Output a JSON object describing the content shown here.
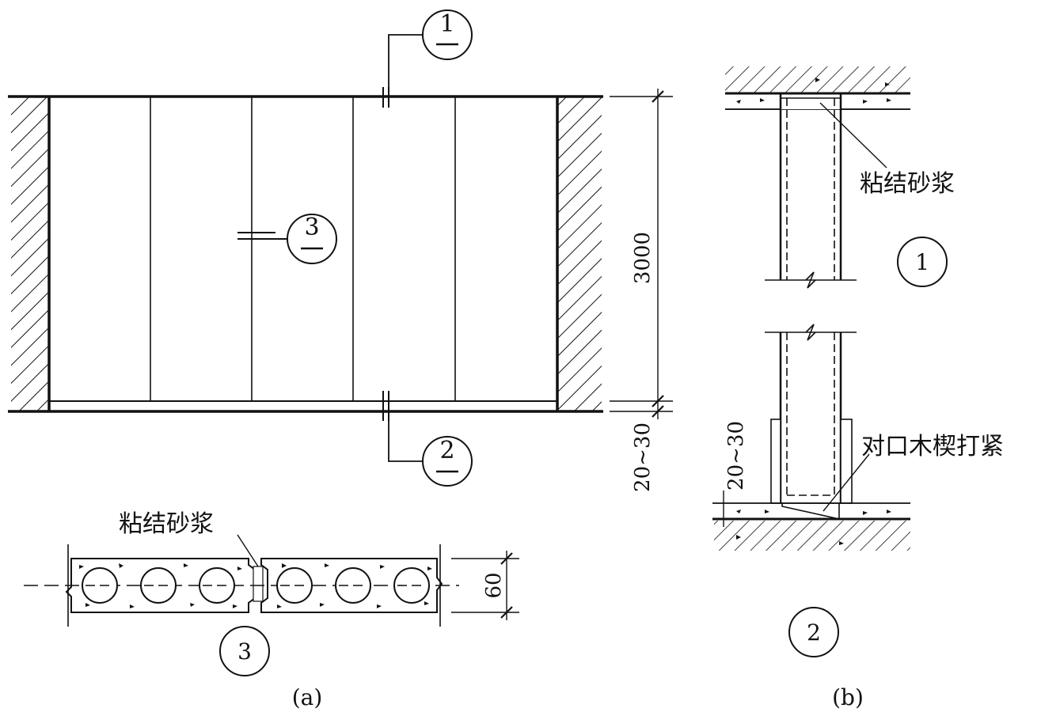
{
  "diagram_a": {
    "caption": "(a)",
    "dim_height": "3000",
    "dim_gap": "20~30",
    "dim_thickness": "60",
    "section_marks": [
      {
        "num": "1",
        "sub": "—"
      },
      {
        "num": "2",
        "sub": "—"
      },
      {
        "num": "3",
        "sub": "—"
      }
    ],
    "detail3_label": "3",
    "mortar_label": "粘结砂浆"
  },
  "diagram_b": {
    "caption": "(b)",
    "detail1_label": "1",
    "detail2_label": "2",
    "mortar_label": "粘结砂浆",
    "wedge_label": "对口木楔打紧",
    "dim_gap": "20~30"
  }
}
